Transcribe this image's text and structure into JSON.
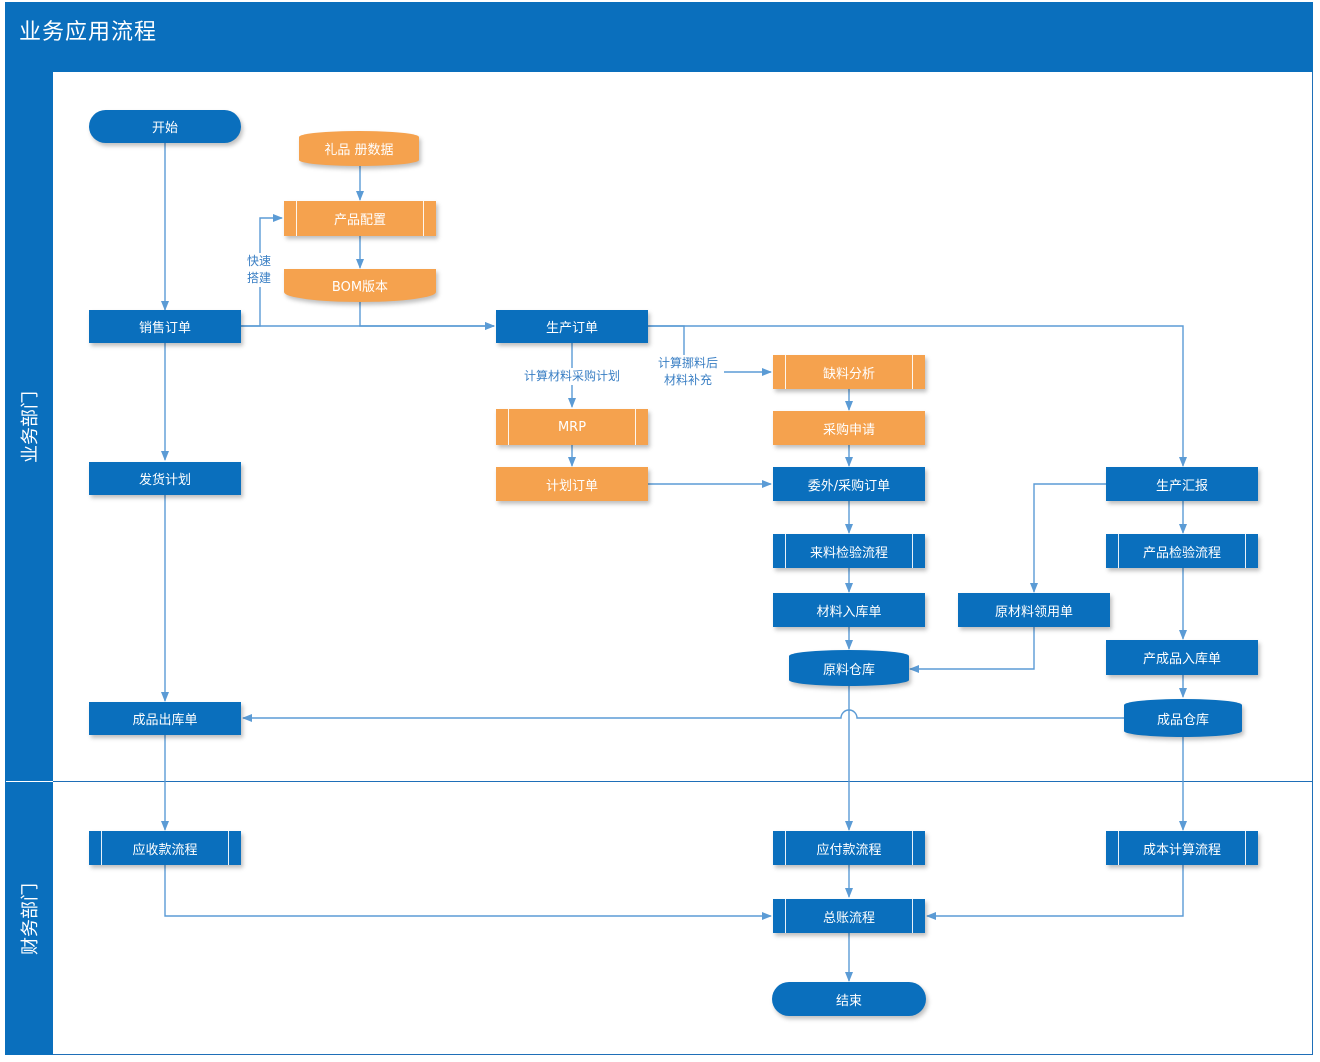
{
  "title": "业务应用流程",
  "lanes": {
    "business": "业务部门",
    "finance": "财务部门"
  },
  "nodes": {
    "start": "开始",
    "spec_doc": "礼品 册数据",
    "product_config": "产品配置",
    "bom_version": "BOM版本",
    "sales_order": "销售订单",
    "production_order": "生产订单",
    "shortage_analysis": "缺料分析",
    "mrp": "MRP",
    "purchase_request": "采购申请",
    "plan_order": "计划订单",
    "outsource_purchase_order": "委外/采购订单",
    "delivery_plan": "发货计划",
    "production_report": "生产汇报",
    "incoming_inspection": "来料检验流程",
    "product_inspection": "产品检验流程",
    "material_receipt": "材料入库单",
    "raw_material_issue": "原材料领用单",
    "finished_receipt": "产成品入库单",
    "material_store": "原料仓库",
    "product_store": "成品仓库",
    "finished_issue": "成品出库单",
    "receivable": "应收款流程",
    "payable": "应付款流程",
    "cost_calc": "成本计算流程",
    "general_ledger": "总账流程",
    "end": "结束"
  },
  "labels": {
    "quick_build": "快速\n搭建",
    "calc_purchase_plan": "计算材料采购计划",
    "calc_after_netting": "计算挪料后\n材料补充"
  },
  "colors": {
    "primary": "#0a6fbd",
    "process_alt": "#f5a24e",
    "connector": "#5b9bd5"
  }
}
